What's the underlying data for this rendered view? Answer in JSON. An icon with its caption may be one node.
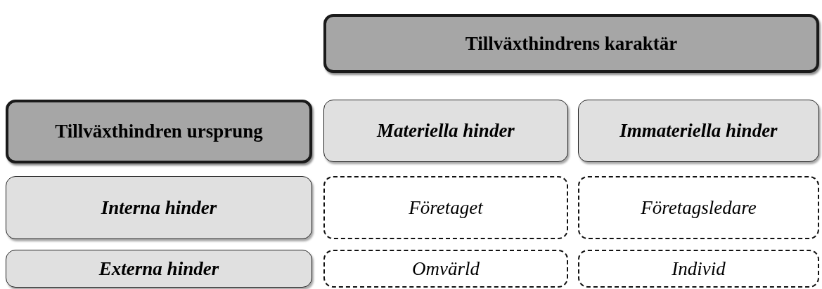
{
  "diagram": {
    "nodes": [
      {
        "text": [
          "Tillväxthindrens karaktär"
        ]
      },
      {
        "text": [
          "Tillväxthindren ursprung"
        ]
      },
      {
        "text": [
          "Materiella hinder"
        ]
      },
      {
        "text": [
          "Immateriella hinder"
        ]
      },
      {
        "text": [
          "Interna hinder"
        ]
      },
      {
        "text": [
          "Företaget"
        ]
      },
      {
        "text": [
          "Företagsledare"
        ]
      },
      {
        "text": [
          "Externa hinder"
        ]
      },
      {
        "text": [
          "Omvärld"
        ]
      },
      {
        "text": [
          "Individ"
        ]
      }
    ]
  }
}
